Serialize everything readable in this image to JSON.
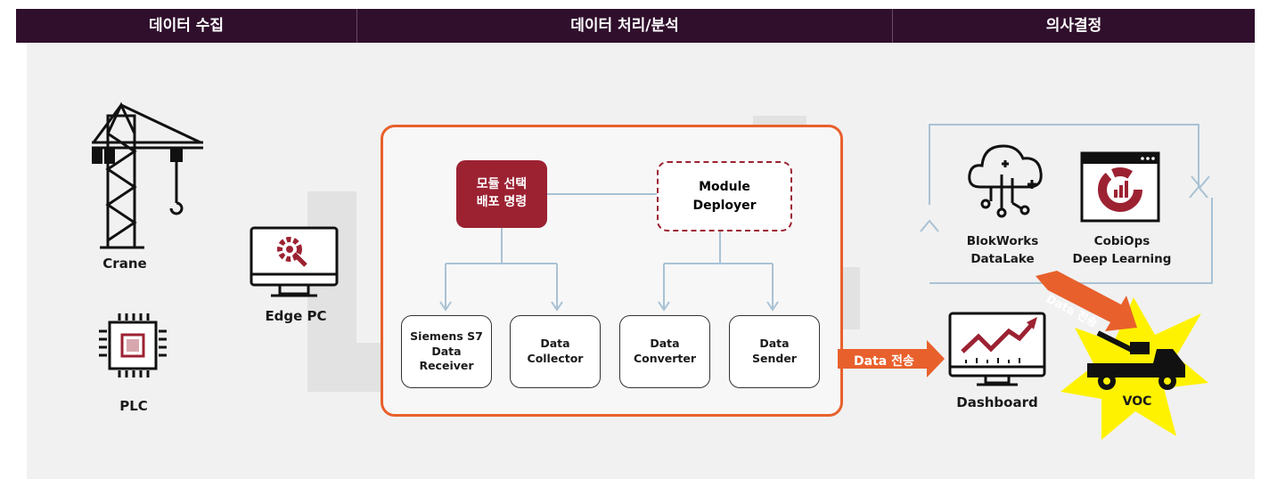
{
  "headers": [
    "데이터 수집",
    "데이터 처리/분석",
    "의사결정"
  ],
  "sources": {
    "crane": "Crane",
    "plc": "PLC",
    "edge_pc": "Edge PC"
  },
  "processing": {
    "module_select": "모듈 선택\n배포 명령",
    "module_deployer": "Module\nDeployer",
    "modules": [
      "Siemens S7\nData\nReceiver",
      "Data\nCollector",
      "Data\nConverter",
      "Data\nSender"
    ]
  },
  "transfer_label": "Data 전송",
  "decision": {
    "datalake": "BlokWorks\nDataLake",
    "cobiops": "CobiOps\nDeep Learning",
    "dashboard": "Dashboard",
    "voc": "VOC",
    "voc_transfer_label": "Data 전송"
  },
  "colors": {
    "header_bg": "#2f0f2c",
    "accent_orange": "#e8602c",
    "accent_red": "#9c2232",
    "voc_star": "#fff200"
  },
  "icons": [
    "crane-icon",
    "plc-chip-icon",
    "monitor-gear-icon",
    "cloud-network-icon",
    "app-window-chart-icon",
    "monitor-trend-icon",
    "truck-crane-icon"
  ]
}
